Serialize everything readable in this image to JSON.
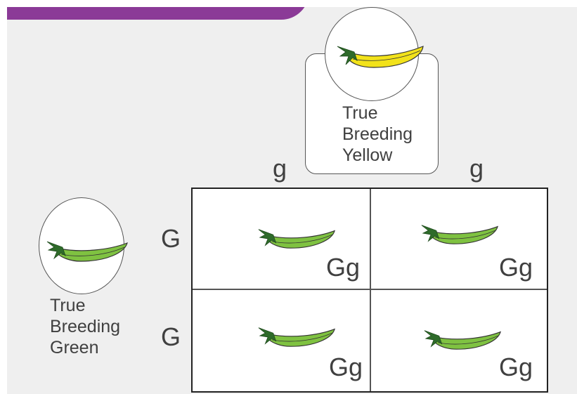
{
  "colors": {
    "accent_bar": "#8b3a97",
    "green_pea": "#7fc241",
    "yellow_pea": "#f2e21a",
    "stem": "#2e6b2a"
  },
  "yellow_parent": {
    "label_lines": [
      "True",
      "Breeding",
      "Yellow"
    ],
    "icon": "yellow-pea-pod-icon"
  },
  "green_parent": {
    "label_lines": [
      "True",
      "Breeding",
      "Green"
    ],
    "icon": "green-pea-pod-icon"
  },
  "column_alleles": [
    "g",
    "g"
  ],
  "row_alleles": [
    "G",
    "G"
  ],
  "cells": [
    {
      "genotype": "Gg",
      "icon": "green-pea-pod-icon"
    },
    {
      "genotype": "Gg",
      "icon": "green-pea-pod-icon"
    },
    {
      "genotype": "Gg",
      "icon": "green-pea-pod-icon"
    },
    {
      "genotype": "Gg",
      "icon": "green-pea-pod-icon"
    }
  ]
}
